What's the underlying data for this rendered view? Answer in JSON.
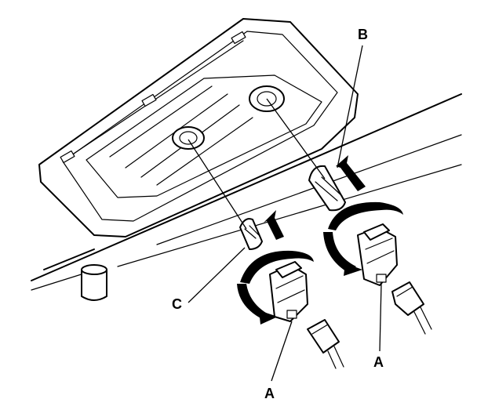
{
  "diagram": {
    "callouts": {
      "a_left": "A",
      "a_right": "A",
      "b": "B",
      "c": "C"
    },
    "colors": {
      "ink": "#000000",
      "background": "#ffffff"
    }
  }
}
